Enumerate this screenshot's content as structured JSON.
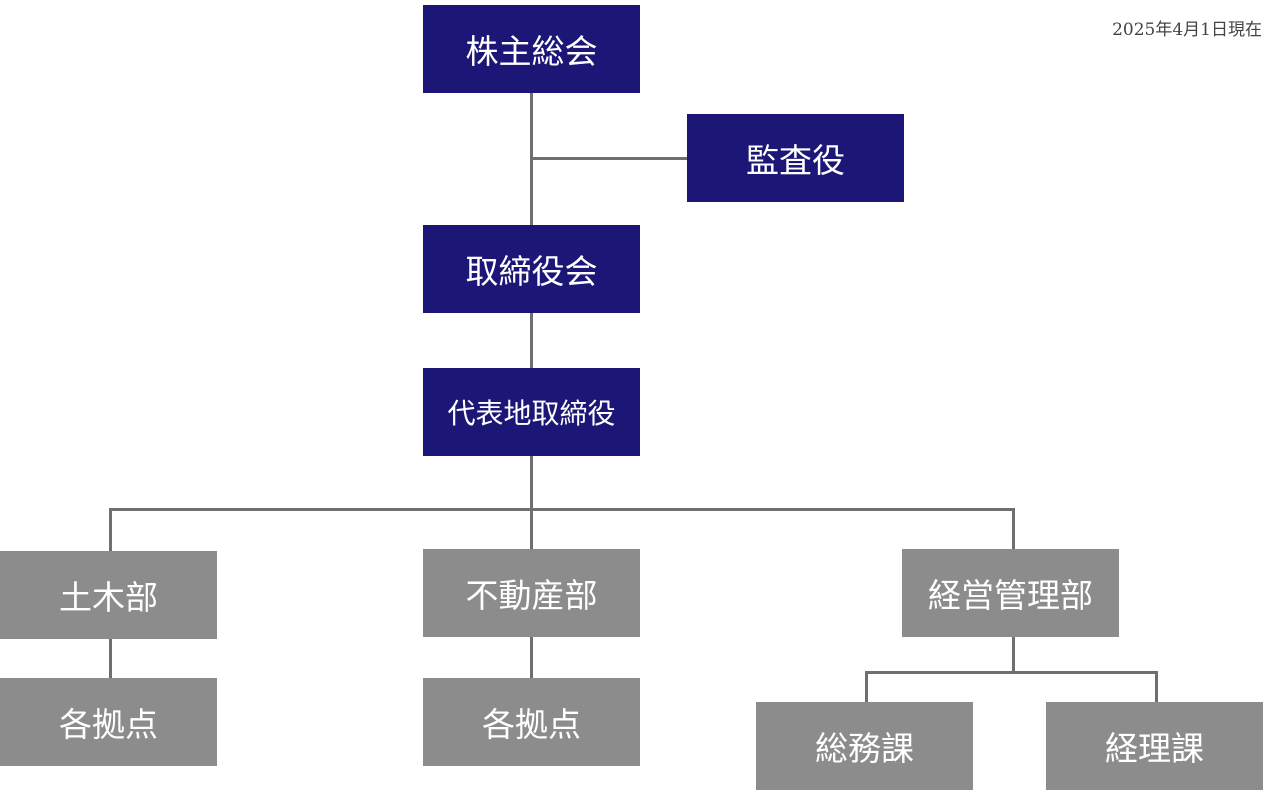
{
  "as_of": "2025年4月1日現在",
  "org": {
    "shareholders_meeting": "株主総会",
    "auditor": "監査役",
    "board_of_directors": "取締役会",
    "representative_director": "代表地取締役",
    "departments": {
      "civil_engineering": "土木部",
      "civil_engineering_branches": "各拠点",
      "real_estate": "不動産部",
      "real_estate_branches": "各拠点",
      "business_management": "経営管理部",
      "general_affairs": "総務課",
      "accounting": "経理課"
    }
  },
  "colors": {
    "executive_box": "#1c1776",
    "department_box": "#8c8c8c",
    "connector": "#6f6f6f",
    "text_on_box": "#ffffff"
  }
}
